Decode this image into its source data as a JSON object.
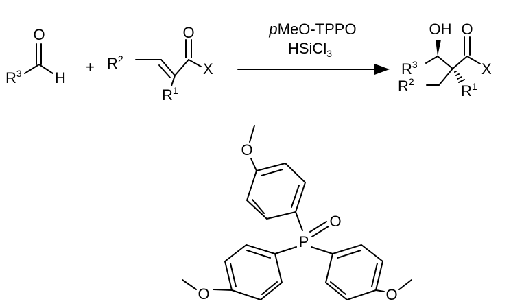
{
  "reaction": {
    "aldehyde": {
      "o": "O",
      "r3": "R",
      "r3_sup": "3",
      "h": "H"
    },
    "plus": "+",
    "acrylate": {
      "r2": "R",
      "r2_sup": "2",
      "r1": "R",
      "r1_sup": "1",
      "o": "O",
      "x": "X"
    },
    "arrow": {
      "reagent1_italic": "p",
      "reagent1_rest": "MeO-TPPO",
      "reagent2_main": "HSiCl",
      "reagent2_sub": "3"
    },
    "product": {
      "oh": "OH",
      "o": "O",
      "r3": "R",
      "r3_sup": "3",
      "x": "X",
      "r2": "R",
      "r2_sup": "2",
      "r1": "R",
      "r1_sup": "1"
    }
  },
  "catalyst": {
    "o_top": "O",
    "o_left": "O",
    "o_right": "O",
    "p": "P",
    "o_po": "O"
  }
}
